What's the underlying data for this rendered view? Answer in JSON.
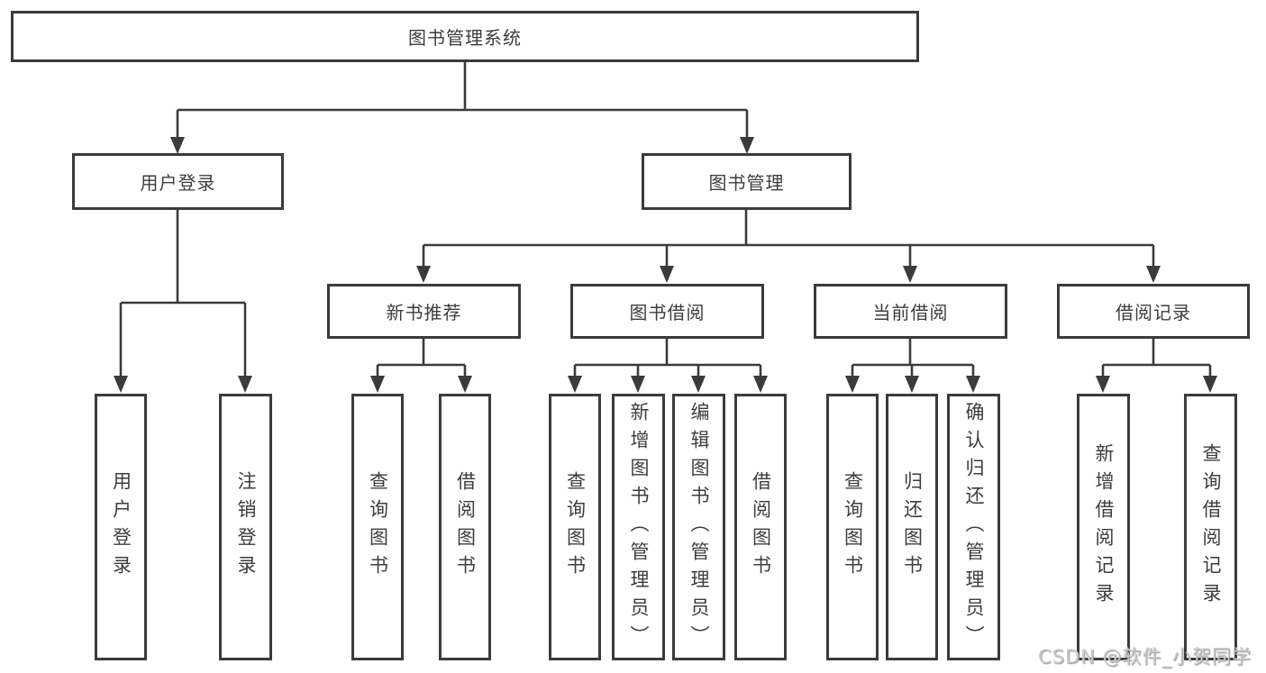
{
  "tree": {
    "root": {
      "label": "图书管理系统"
    },
    "children": [
      {
        "label": "用户登录",
        "children": [
          {
            "label": "用户登录"
          },
          {
            "label": "注销登录"
          }
        ]
      },
      {
        "label": "图书管理",
        "children": [
          {
            "label": "新书推荐",
            "children": [
              {
                "label": "查询图书"
              },
              {
                "label": "借阅图书"
              }
            ]
          },
          {
            "label": "图书借阅",
            "children": [
              {
                "label": "查询图书"
              },
              {
                "label": "新增图书（管理员）"
              },
              {
                "label": "编辑图书（管理员）"
              },
              {
                "label": "借阅图书"
              }
            ]
          },
          {
            "label": "当前借阅",
            "children": [
              {
                "label": "查询图书"
              },
              {
                "label": "归还图书"
              },
              {
                "label": "确认归还（管理员）"
              }
            ]
          },
          {
            "label": "借阅记录",
            "children": [
              {
                "label": "新增借阅记录"
              },
              {
                "label": "查询借阅记录"
              }
            ]
          }
        ]
      }
    ]
  },
  "watermark": {
    "text": "CSDN @软件_小贺同学"
  },
  "colors": {
    "line": "#3b3b3b",
    "text": "#3d3d3d",
    "bg": "#ffffff",
    "wm": "#cbcbcb"
  }
}
